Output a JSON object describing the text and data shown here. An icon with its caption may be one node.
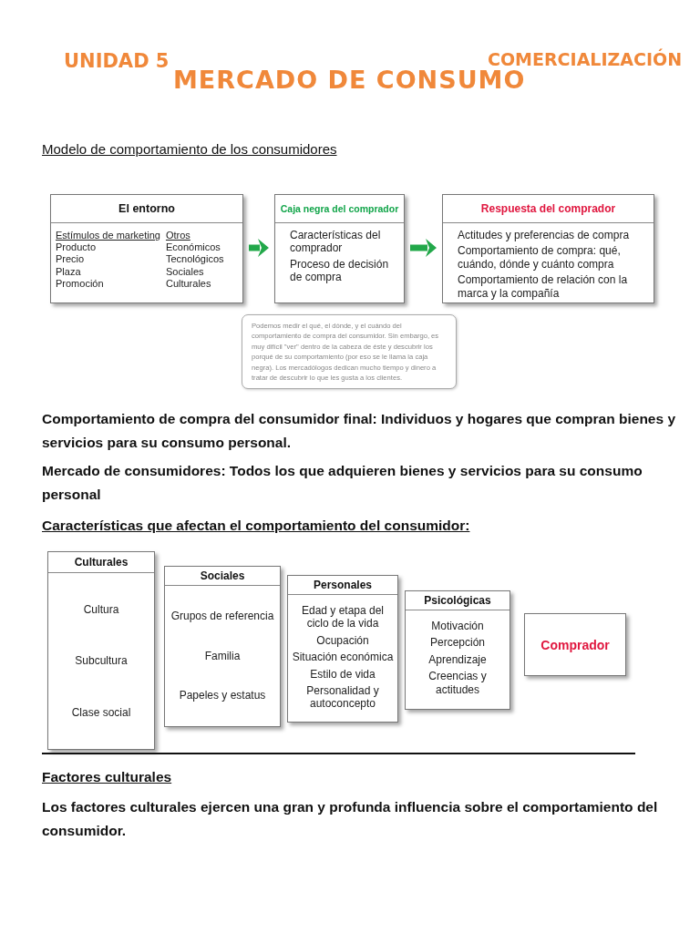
{
  "diagram": {
    "title": "MERCADO DE CONSUMO",
    "nodes": [
      {
        "text": [
          "El entorno",
          "Estímulos de marketing",
          "Producto",
          "Precio",
          "Plaza",
          "Promoción",
          "Otros",
          "Económicos",
          "Tecnológicos",
          "Sociales",
          "Culturales"
        ]
      },
      {
        "text": [
          "Caja negra del comprador",
          "Características del comprador",
          "Proceso de decisión de compra"
        ]
      },
      {
        "text": [
          "Respuesta del comprador",
          "Actitudes y preferencias de compra",
          "Comportamiento de compra: qué, cuándo, dónde y cuánto compra",
          "Comportamiento de relación con la marca y la compañía"
        ]
      },
      {
        "text": [
          "Podemos medir el qué, el dónde, y el cuándo del comportamiento de compra del consumidor. Sin embargo, es muy difícil \"ver\" dentro de la cabeza de éste y descubrir los porqué de su comportamiento (por eso se le llama la caja negra). Los mercadólogos dedican mucho tiempo y dinero a tratar de descubrir lo que les gusta a los clientes."
        ]
      },
      {
        "text": [
          "Culturales",
          "Cultura",
          "Subcultura",
          "Clase social"
        ]
      },
      {
        "text": [
          "Sociales",
          "Grupos de referencia",
          "Familia",
          "Papeles y estatus"
        ]
      },
      {
        "text": [
          "Personales",
          "Edad y etapa del ciclo de la vida",
          "Ocupación",
          "Situación económica",
          "Estilo de vida",
          "Personalidad y autoconcepto"
        ]
      },
      {
        "text": [
          "Psicológicas",
          "Motivación",
          "Percepción",
          "Aprendizaje",
          "Creencias y actitudes"
        ]
      },
      {
        "text": [
          "Comprador"
        ]
      }
    ],
    "edges": [
      {
        "from": 0,
        "to": 1,
        "arrow": "to",
        "color": "#22a84a"
      },
      {
        "from": 1,
        "to": 2,
        "arrow": "to",
        "color": "#22a84a"
      }
    ],
    "labels": [
      "UNIDAD 5",
      "COMERCIALIZACIÓN",
      "Modelo de comportamiento de los consumidores",
      "Comportamiento de compra del consumidor final: Individuos y hogares que compran bienes y servicios para su consumo personal.",
      "Mercado de consumidores: Todos los que adquieren bienes y servicios para su consumo personal",
      "Características que afectan el comportamiento del consumidor:",
      "Factores culturales",
      "Los factores culturales ejercen una gran y profunda influencia sobre el comportamiento del consumidor."
    ]
  }
}
